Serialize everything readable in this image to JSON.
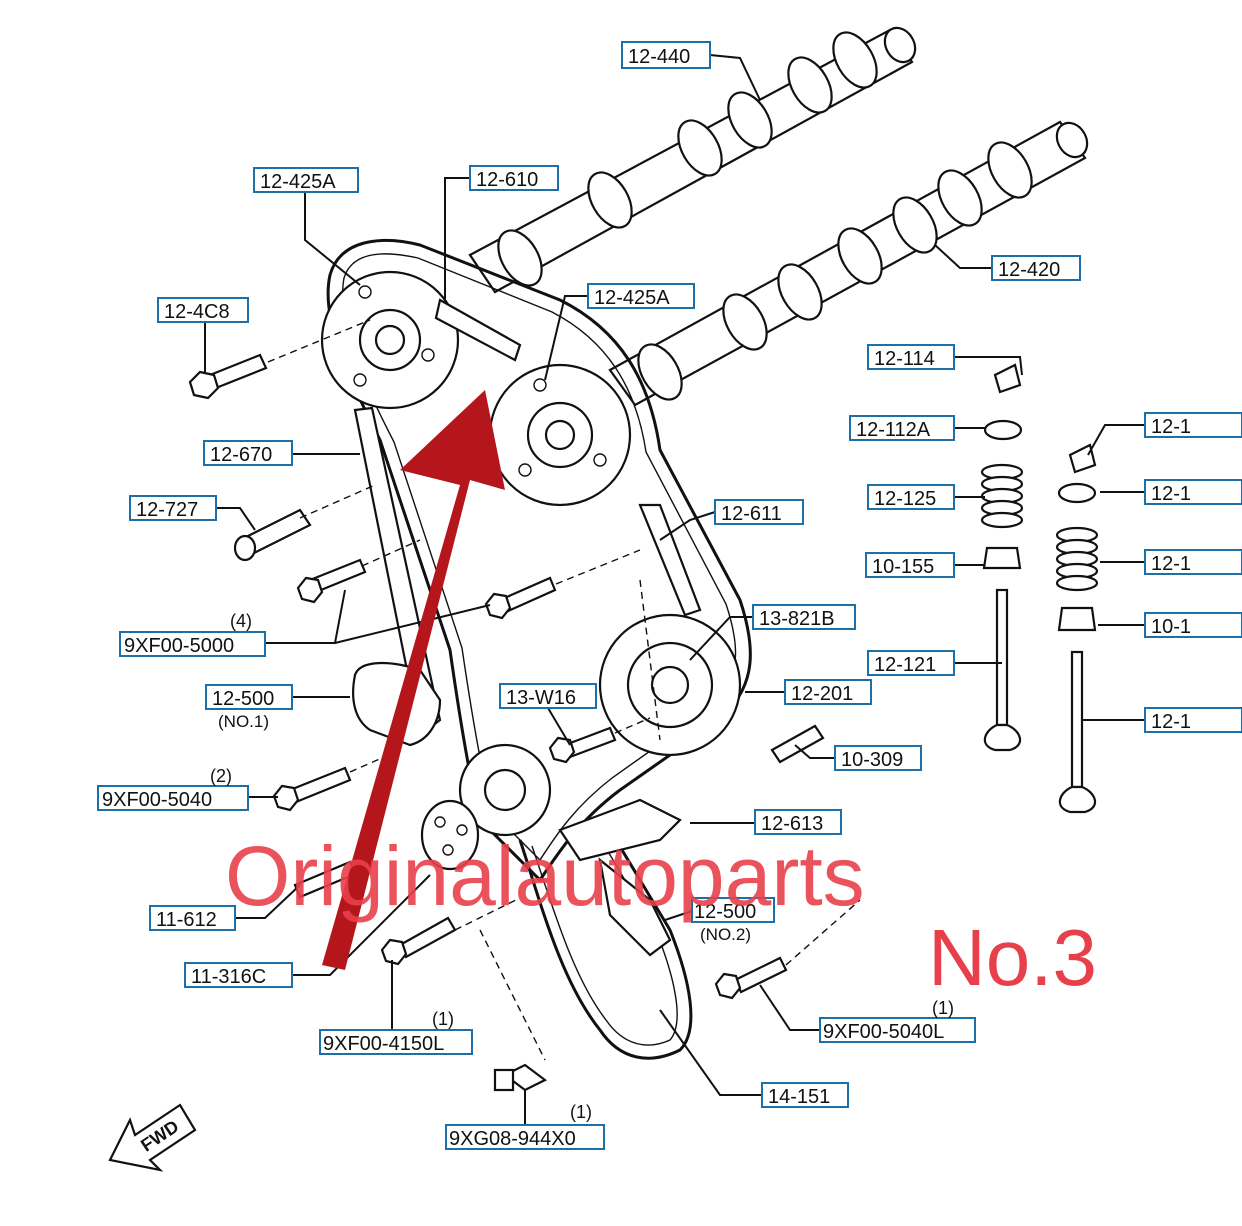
{
  "callouts": [
    {
      "id": "c1",
      "text": "12-440"
    },
    {
      "id": "c2",
      "text": "12-425A"
    },
    {
      "id": "c3",
      "text": "12-610"
    },
    {
      "id": "c4",
      "text": "12-425A"
    },
    {
      "id": "c5",
      "text": "12-420"
    },
    {
      "id": "c6",
      "text": "12-4C8"
    },
    {
      "id": "c7",
      "text": "12-114"
    },
    {
      "id": "c8",
      "text": "12-112A"
    },
    {
      "id": "c9",
      "text": "12-1"
    },
    {
      "id": "c10",
      "text": "12-670"
    },
    {
      "id": "c11",
      "text": "12-125"
    },
    {
      "id": "c12",
      "text": "12-1"
    },
    {
      "id": "c13",
      "text": "12-727"
    },
    {
      "id": "c14",
      "text": "12-611"
    },
    {
      "id": "c15",
      "text": "10-155"
    },
    {
      "id": "c16",
      "text": "12-1"
    },
    {
      "id": "c17",
      "text": "13-821B"
    },
    {
      "id": "c18",
      "text": "9XF00-5000"
    },
    {
      "id": "c19",
      "text": "10-1"
    },
    {
      "id": "c20",
      "text": "12-121"
    },
    {
      "id": "c21",
      "text": "12-500"
    },
    {
      "id": "c22",
      "text": "13-W16"
    },
    {
      "id": "c23",
      "text": "12-201"
    },
    {
      "id": "c24",
      "text": "12-1"
    },
    {
      "id": "c25",
      "text": "10-309"
    },
    {
      "id": "c26",
      "text": "9XF00-5040"
    },
    {
      "id": "c27",
      "text": "12-613"
    },
    {
      "id": "c28",
      "text": "11-612"
    },
    {
      "id": "c29",
      "text": "12-500"
    },
    {
      "id": "c30",
      "text": "11-316C"
    },
    {
      "id": "c31",
      "text": "9XF00-5040L"
    },
    {
      "id": "c32",
      "text": "9XF00-4150L"
    },
    {
      "id": "c33",
      "text": "14-151"
    },
    {
      "id": "c34",
      "text": "9XG08-944X0"
    }
  ],
  "quantities": {
    "q_9xf00_5000": "(4)",
    "q_9xf00_5040": "(2)",
    "q_9xf00_5040l": "(1)",
    "q_9xf00_4150l": "(1)",
    "q_9xg08_944x0": "(1)"
  },
  "sublabels": {
    "tensioner_no1": "(NO.1)",
    "tensioner_no2": "(NO.2)"
  },
  "fwd_label": "FWD",
  "watermark": "Originalautoparts",
  "tag": "No.3",
  "colors": {
    "watermark": "#e8404b",
    "arrow": "#b5161b",
    "callout_box_border": "#1d6fa8"
  }
}
